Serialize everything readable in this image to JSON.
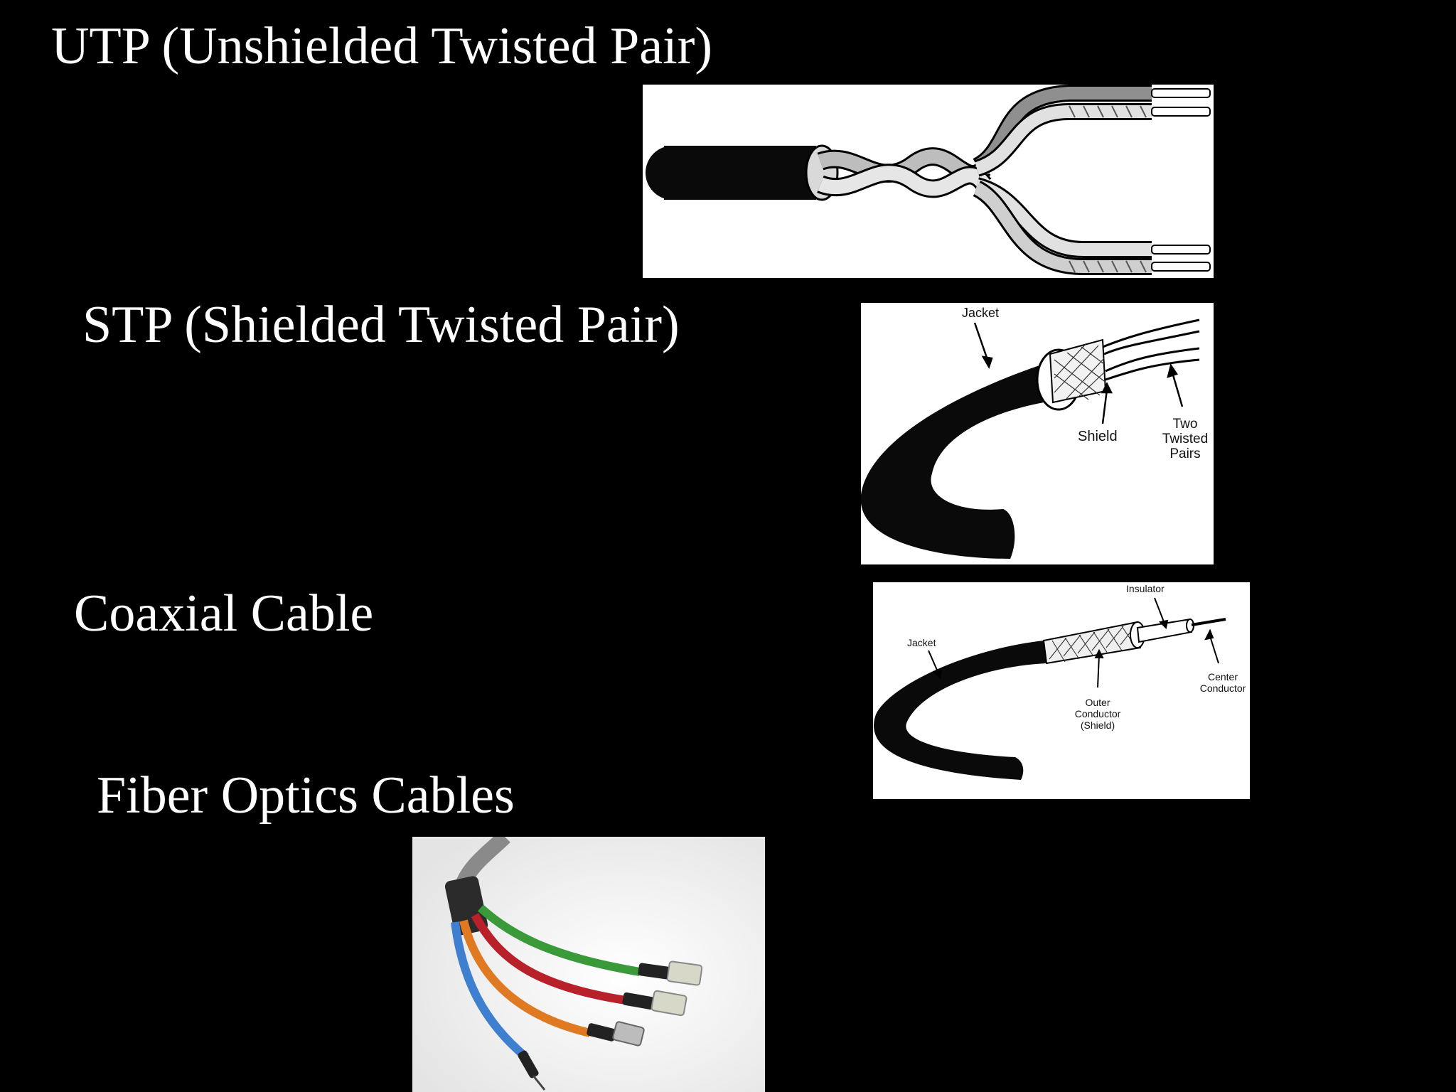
{
  "headings": {
    "utp": "UTP (Unshielded Twisted Pair)",
    "stp": "STP (Shielded Twisted Pair)",
    "coax": "Coaxial Cable",
    "fiber": "Fiber Optics Cables"
  },
  "stp_labels": {
    "jacket": "Jacket",
    "shield": "Shield",
    "pairs_line1": "Two",
    "pairs_line2": "Twisted",
    "pairs_line3": "Pairs"
  },
  "coax_labels": {
    "insulator": "Insulator",
    "jacket": "Jacket",
    "outer_line1": "Outer",
    "outer_line2": "Conductor",
    "outer_line3": "(Shield)",
    "center_line1": "Center",
    "center_line2": "Conductor"
  },
  "colors": {
    "background": "#000000",
    "text": "#ffffff",
    "fiber_green": "#3a9a3a",
    "fiber_red": "#b8202a",
    "fiber_orange": "#e07a22",
    "fiber_blue": "#3f7fd0"
  }
}
